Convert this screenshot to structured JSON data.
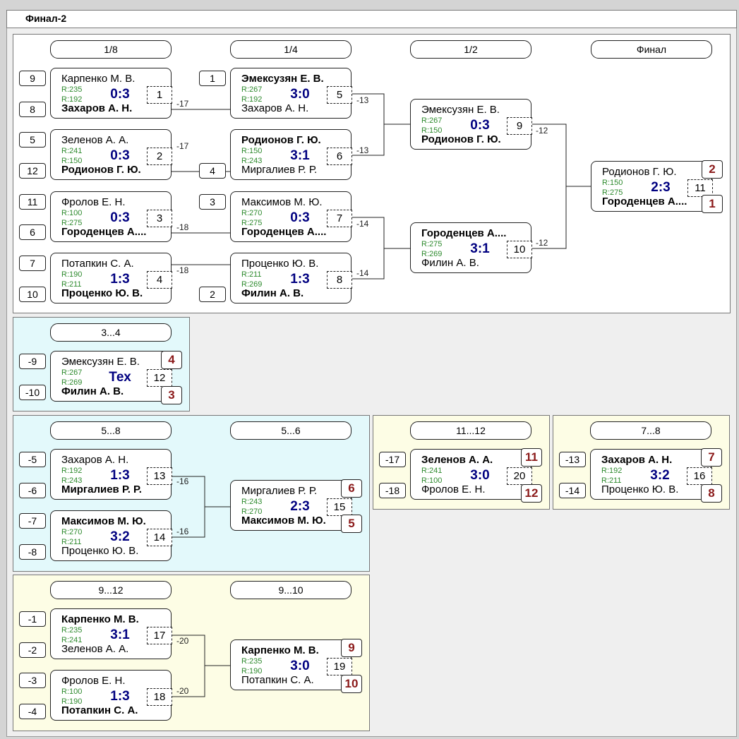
{
  "title": "Финал-2",
  "round_headers": {
    "r18": "1/8",
    "r14": "1/4",
    "r12": "1/2",
    "final": "Финал",
    "p34": "3...4",
    "p58": "5...8",
    "p56": "5...6",
    "p1112": "11...12",
    "p78": "7...8",
    "p912": "9...12",
    "p910": "9...10"
  },
  "seeds": [
    "9",
    "8",
    "5",
    "12",
    "11",
    "6",
    "7",
    "10",
    "1",
    "4",
    "3",
    "2",
    "-9",
    "-10",
    "-5",
    "-6",
    "-7",
    "-8",
    "-17",
    "-18",
    "-13",
    "-14",
    "-1",
    "-2",
    "-3",
    "-4"
  ],
  "loser_links": [
    "-17",
    "-17",
    "-18",
    "-18",
    "-13",
    "-13",
    "-14",
    "-14",
    "-12",
    "-12",
    "-16",
    "-16",
    "-20",
    "-20"
  ],
  "places": [
    "2",
    "1",
    "4",
    "3",
    "6",
    "5",
    "11",
    "12",
    "7",
    "8",
    "9",
    "10"
  ],
  "matches": [
    {
      "p1": "Карпенко М. В.",
      "p2": "Захаров А. Н.",
      "r1": "R:235",
      "r2": "R:192",
      "score": "0:3",
      "num": "1"
    },
    {
      "p1": "Зеленов А. А.",
      "p2": "Родионов Г. Ю.",
      "r1": "R:241",
      "r2": "R:150",
      "score": "0:3",
      "num": "2"
    },
    {
      "p1": "Фролов Е. Н.",
      "p2": "Городенцев А....",
      "r1": "R:100",
      "r2": "R:275",
      "score": "0:3",
      "num": "3"
    },
    {
      "p1": "Потапкин С. А.",
      "p2": "Проценко Ю. В.",
      "r1": "R:190",
      "r2": "R:211",
      "score": "1:3",
      "num": "4"
    },
    {
      "p1": "Эмексузян Е. В.",
      "p2": "Захаров А. Н.",
      "r1": "R:267",
      "r2": "R:192",
      "score": "3:0",
      "num": "5"
    },
    {
      "p1": "Родионов Г. Ю.",
      "p2": "Миргалиев Р. Р.",
      "r1": "R:150",
      "r2": "R:243",
      "score": "3:1",
      "num": "6"
    },
    {
      "p1": "Максимов М. Ю.",
      "p2": "Городенцев А....",
      "r1": "R:270",
      "r2": "R:275",
      "score": "0:3",
      "num": "7"
    },
    {
      "p1": "Проценко Ю. В.",
      "p2": "Филин А. В.",
      "r1": "R:211",
      "r2": "R:269",
      "score": "1:3",
      "num": "8"
    },
    {
      "p1": "Эмексузян Е. В.",
      "p2": "Родионов Г. Ю.",
      "r1": "R:267",
      "r2": "R:150",
      "score": "0:3",
      "num": "9"
    },
    {
      "p1": "Городенцев А....",
      "p2": "Филин А. В.",
      "r1": "R:275",
      "r2": "R:269",
      "score": "3:1",
      "num": "10"
    },
    {
      "p1": "Родионов Г. Ю.",
      "p2": "Городенцев А....",
      "r1": "R:150",
      "r2": "R:275",
      "score": "2:3",
      "num": "11"
    },
    {
      "p1": "Эмексузян Е. В.",
      "p2": "Филин А. В.",
      "r1": "R:267",
      "r2": "R:269",
      "score": "Тех",
      "num": "12"
    },
    {
      "p1": "Захаров А. Н.",
      "p2": "Миргалиев Р. Р.",
      "r1": "R:192",
      "r2": "R:243",
      "score": "1:3",
      "num": "13"
    },
    {
      "p1": "Максимов М. Ю.",
      "p2": "Проценко Ю. В.",
      "r1": "R:270",
      "r2": "R:211",
      "score": "3:2",
      "num": "14"
    },
    {
      "p1": "Миргалиев Р. Р.",
      "p2": "Максимов М. Ю.",
      "r1": "R:243",
      "r2": "R:270",
      "score": "2:3",
      "num": "15"
    },
    {
      "p1": "Карпенко М. В.",
      "p2": "Зеленов А. А.",
      "r1": "R:235",
      "r2": "R:241",
      "score": "3:1",
      "num": "17"
    },
    {
      "p1": "Фролов Е. Н.",
      "p2": "Потапкин С. А.",
      "r1": "R:100",
      "r2": "R:190",
      "score": "1:3",
      "num": "18"
    },
    {
      "p1": "Карпенко М. В.",
      "p2": "Потапкин С. А.",
      "r1": "R:235",
      "r2": "R:190",
      "score": "3:0",
      "num": "19"
    },
    {
      "p1": "Зеленов А. А.",
      "p2": "Фролов Е. Н.",
      "r1": "R:241",
      "r2": "R:100",
      "score": "3:0",
      "num": "20"
    },
    {
      "p1": "Захаров А. Н.",
      "p2": "Проценко Ю. В.",
      "r1": "R:192",
      "r2": "R:211",
      "score": "3:2",
      "num": "16"
    }
  ]
}
